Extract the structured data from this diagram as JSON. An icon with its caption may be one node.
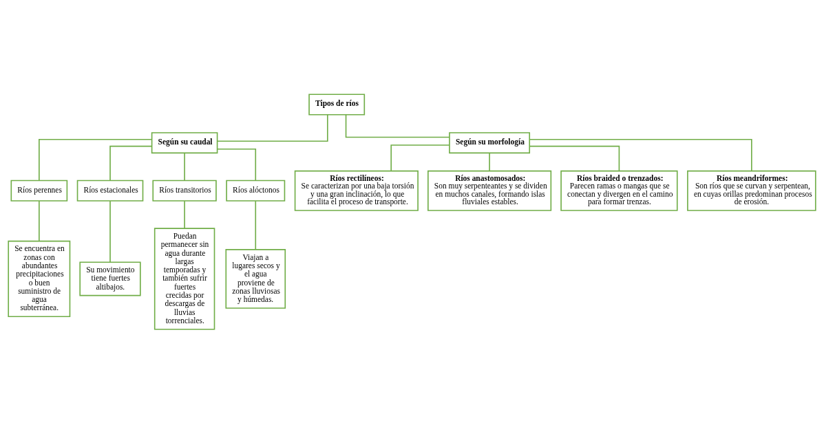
{
  "diagram": {
    "nodes": [
      {
        "text": [
          "Tipos de ríos"
        ]
      },
      {
        "text": [
          "Según su caudal"
        ]
      },
      {
        "text": [
          "Según su morfología"
        ]
      },
      {
        "text": [
          "Ríos perennes"
        ]
      },
      {
        "text": [
          "Ríos estacionales"
        ]
      },
      {
        "text": [
          "Ríos transitorios"
        ]
      },
      {
        "text": [
          "Ríos alóctonos"
        ]
      },
      {
        "text": [
          "Se encuentra en zonas con abundantes precipitaciones o buen suministro de agua subterránea."
        ]
      },
      {
        "text": [
          "Su movimiento tiene fuertes altibajos."
        ]
      },
      {
        "text": [
          "Puedan permanecer sin agua durante largas temporadas y también sufrir fuertes crecidas por descargas de lluvias torrenciales."
        ]
      },
      {
        "text": [
          "Viajan a lugares secos y el agua proviene de zonas lluviosas y húmedas."
        ]
      },
      {
        "text": [
          "**Ríos rectilíneos:** Se caracterizan por una baja torsión y una gran inclinación, lo que facilita el proceso de transporte."
        ]
      },
      {
        "text": [
          "**Ríos anastomosados:** Son muy serpenteantes y se dividen en muchos canales, formando islas fluviales estables."
        ]
      },
      {
        "text": [
          "**Ríos braided o trenzados:** Parecen ramas o mangas que se conectan y divergen en el camino para formar trenzas."
        ]
      },
      {
        "text": [
          "**Ríos meandriformes:** Son ríos que se curvan y serpentean, en cuyas orillas predominan procesos de erosión."
        ]
      }
    ],
    "edges": [
      {
        "from": 0,
        "to": 1,
        "arrow": "none"
      },
      {
        "from": 0,
        "to": 2,
        "arrow": "none"
      },
      {
        "from": 1,
        "to": 3,
        "arrow": "none"
      },
      {
        "from": 1,
        "to": 4,
        "arrow": "none"
      },
      {
        "from": 1,
        "to": 5,
        "arrow": "none"
      },
      {
        "from": 1,
        "to": 6,
        "arrow": "none"
      },
      {
        "from": 3,
        "to": 7,
        "arrow": "none"
      },
      {
        "from": 4,
        "to": 8,
        "arrow": "none"
      },
      {
        "from": 5,
        "to": 9,
        "arrow": "none"
      },
      {
        "from": 6,
        "to": 10,
        "arrow": "none"
      },
      {
        "from": 2,
        "to": 11,
        "arrow": "none"
      },
      {
        "from": 2,
        "to": 12,
        "arrow": "none"
      },
      {
        "from": 2,
        "to": 13,
        "arrow": "none"
      },
      {
        "from": 2,
        "to": 14,
        "arrow": "none"
      }
    ]
  }
}
